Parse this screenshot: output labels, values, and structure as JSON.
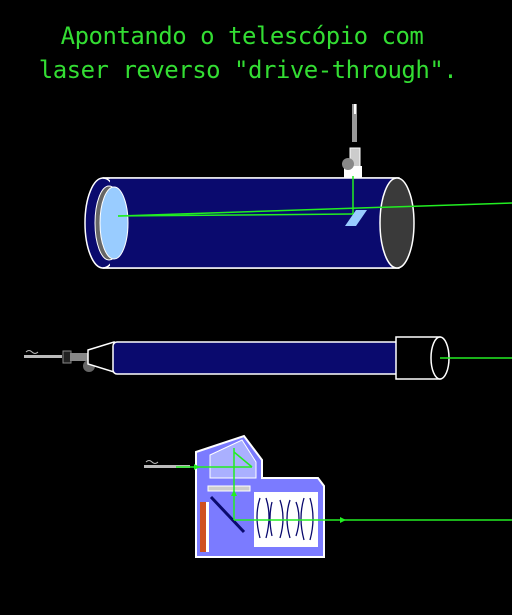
{
  "title_line1": "Apontando o telescópio com",
  "title_line2": "laser reverso \"drive-through\".",
  "colors": {
    "background": "#000000",
    "title": "#33dd33",
    "laser": "#22ee22",
    "tube": "#0a0a6e",
    "camera_body": "#7b7bff",
    "mirror": "#99ccff"
  },
  "parts": [
    "newtonian-telescope",
    "refractor-telescope",
    "reflex-camera",
    "laser-pointer"
  ]
}
